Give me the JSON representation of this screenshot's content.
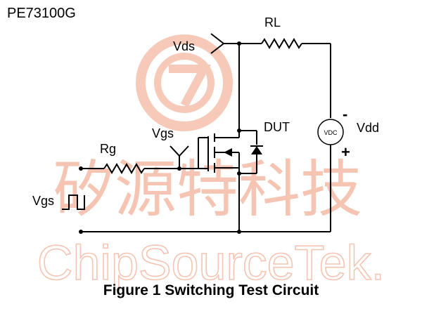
{
  "header": {
    "part_number": "PE73100G"
  },
  "watermark": {
    "chinese": "矽源特科技",
    "english": "ChipSourceTek."
  },
  "labels": {
    "rl": "RL",
    "vds": "Vds",
    "dut": "DUT",
    "vgs_node": "Vgs",
    "rg": "Rg",
    "vdd": "Vdd",
    "vdc": "VDC",
    "minus": "-",
    "plus": "+",
    "vgs_source": "Vgs"
  },
  "caption": "Figure 1 Switching Test Circuit",
  "colors": {
    "watermark": "#f6c4b2",
    "ink": "#000000"
  }
}
